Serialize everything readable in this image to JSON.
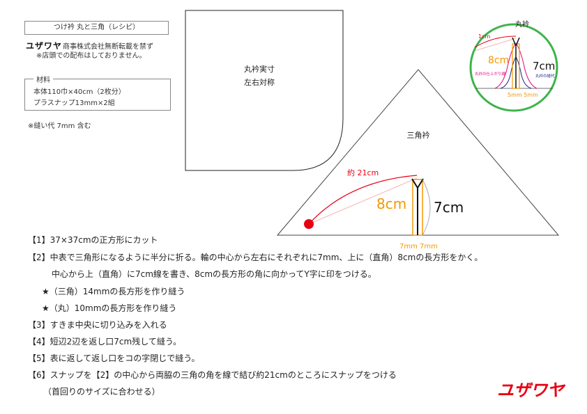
{
  "header": {
    "title": "つけ衿 丸と三角（レシピ）",
    "logo_small": "ユザワヤ",
    "copyright": "商事株式会社無断転載を禁ず",
    "notice": "※店頭での配布はしておりません。"
  },
  "materials": {
    "label": "材料",
    "lines": [
      "本体110巾×40cm（2枚分）",
      "プラスナップ13mm×2組"
    ]
  },
  "seam_note": "※縫い代 7mm 含む",
  "pattern": {
    "label_line1": "丸衿実寸",
    "label_line2": "左右対称"
  },
  "triangle_diagram": {
    "title": "三角衿",
    "dist_label": "約 21cm",
    "height_8": "8cm",
    "height_7": "7cm",
    "offset_label": "7mm  7mm"
  },
  "circle_diagram": {
    "title": "丸衿",
    "dist_label": "1cm",
    "height_8": "8cm",
    "height_7": "7cm",
    "finish_label": "丸衿の仕上がり線",
    "seam_label": "丸衿の縫代",
    "offset_label": "5mm 5mm"
  },
  "steps": [
    "【1】37×37cmの正方形にカット",
    "【2】中表で三角形になるように半分に折る。輪の中心から左右にそれぞれに7mm、上に（直角）8cmの長方形をかく。",
    "中心から上（直角）に7cm線を書き、8cmの長方形の角に向かってY字に印をつける。",
    "★（三角）14mmの長方形を作り縫う",
    "★（丸）10mmの長方形を作り縫う",
    "【3】すきま中央に切り込みを入れる",
    "【4】短辺2辺を返し口7cm残して縫う。",
    "【5】表に返して返し口をコの字閉じで縫う。",
    "【6】スナップを【2】の中心から両脇の三角の角を線で結び約21cmのところにスナップをつける",
    "（首回りのサイズに合わせる）"
  ],
  "brand": {
    "logo": "ユザワヤ",
    "color": "#e60012"
  },
  "colors": {
    "red": "#e60012",
    "orange": "#f39800",
    "green": "#3cb44b",
    "magenta": "#e4007f",
    "blue": "#1d2088"
  }
}
